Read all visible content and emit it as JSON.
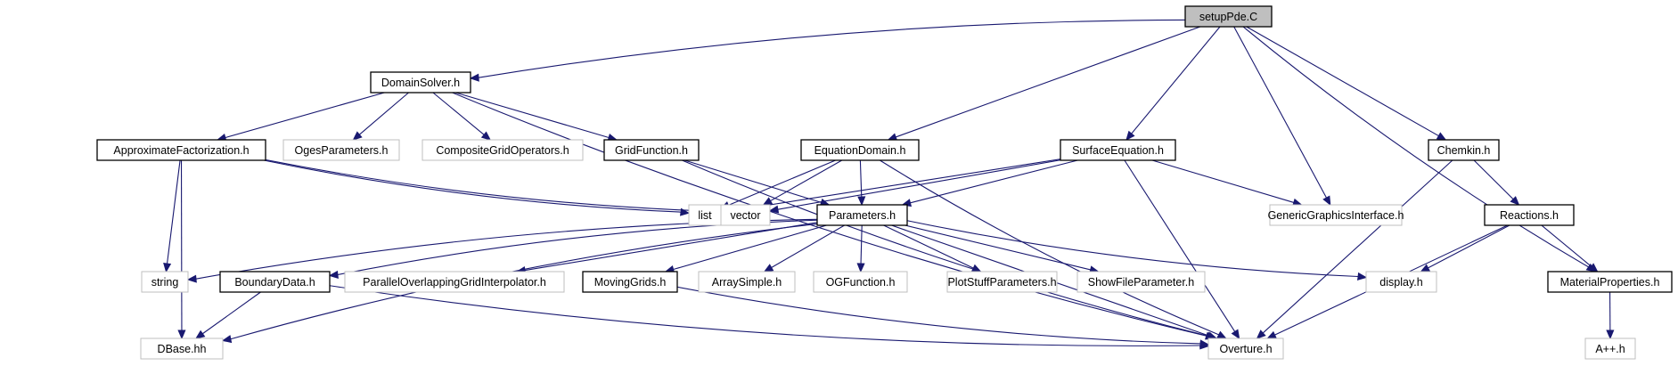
{
  "title": "setupPde.C",
  "colors": {
    "edge": "#191970",
    "root_fill": "#bfbfbf",
    "doc_border": "#000000",
    "ext_border": "#bfbfbf"
  },
  "nodes": [
    {
      "id": "setupPde",
      "label": "setupPde.C",
      "kind": "root"
    },
    {
      "id": "DomainSolver",
      "label": "DomainSolver.h",
      "kind": "doc"
    },
    {
      "id": "EquationDomain",
      "label": "EquationDomain.h",
      "kind": "doc"
    },
    {
      "id": "SurfaceEquation",
      "label": "SurfaceEquation.h",
      "kind": "doc"
    },
    {
      "id": "GenericGraphicsInterface",
      "label": "GenericGraphicsInterface.h",
      "kind": "ext"
    },
    {
      "id": "Chemkin",
      "label": "Chemkin.h",
      "kind": "doc"
    },
    {
      "id": "MaterialProperties",
      "label": "MaterialProperties.h",
      "kind": "doc"
    },
    {
      "id": "ApproximateFactorization",
      "label": "ApproximateFactorization.h",
      "kind": "doc"
    },
    {
      "id": "OgesParameters",
      "label": "OgesParameters.h",
      "kind": "ext"
    },
    {
      "id": "CompositeGridOperators",
      "label": "CompositeGridOperators.h",
      "kind": "ext"
    },
    {
      "id": "GridFunction",
      "label": "GridFunction.h",
      "kind": "doc"
    },
    {
      "id": "Overture",
      "label": "Overture.h",
      "kind": "ext"
    },
    {
      "id": "list",
      "label": "list",
      "kind": "ext"
    },
    {
      "id": "vector",
      "label": "vector",
      "kind": "ext"
    },
    {
      "id": "Parameters",
      "label": "Parameters.h",
      "kind": "doc"
    },
    {
      "id": "string",
      "label": "string",
      "kind": "ext"
    },
    {
      "id": "DBase",
      "label": "DBase.hh",
      "kind": "ext"
    },
    {
      "id": "BoundaryData",
      "label": "BoundaryData.h",
      "kind": "doc"
    },
    {
      "id": "ParallelOverlappingGridInterpolator",
      "label": "ParallelOverlappingGridInterpolator.h",
      "kind": "ext"
    },
    {
      "id": "MovingGrids",
      "label": "MovingGrids.h",
      "kind": "doc"
    },
    {
      "id": "ArraySimple",
      "label": "ArraySimple.h",
      "kind": "ext"
    },
    {
      "id": "OGFunction",
      "label": "OGFunction.h",
      "kind": "ext"
    },
    {
      "id": "PlotStuffParameters",
      "label": "PlotStuffParameters.h",
      "kind": "ext"
    },
    {
      "id": "ShowFileParameter",
      "label": "ShowFileParameter.h",
      "kind": "ext"
    },
    {
      "id": "display",
      "label": "display.h",
      "kind": "ext"
    },
    {
      "id": "Reactions",
      "label": "Reactions.h",
      "kind": "doc"
    },
    {
      "id": "App",
      "label": "A++.h",
      "kind": "ext"
    }
  ],
  "edges": [
    [
      "setupPde",
      "DomainSolver"
    ],
    [
      "setupPde",
      "EquationDomain"
    ],
    [
      "setupPde",
      "SurfaceEquation"
    ],
    [
      "setupPde",
      "GenericGraphicsInterface"
    ],
    [
      "setupPde",
      "Chemkin"
    ],
    [
      "setupPde",
      "MaterialProperties"
    ],
    [
      "DomainSolver",
      "ApproximateFactorization"
    ],
    [
      "DomainSolver",
      "OgesParameters"
    ],
    [
      "DomainSolver",
      "CompositeGridOperators"
    ],
    [
      "DomainSolver",
      "GridFunction"
    ],
    [
      "DomainSolver",
      "Overture"
    ],
    [
      "ApproximateFactorization",
      "list"
    ],
    [
      "ApproximateFactorization",
      "vector"
    ],
    [
      "ApproximateFactorization",
      "string"
    ],
    [
      "ApproximateFactorization",
      "DBase"
    ],
    [
      "GridFunction",
      "Parameters"
    ],
    [
      "GridFunction",
      "Overture"
    ],
    [
      "EquationDomain",
      "list"
    ],
    [
      "EquationDomain",
      "vector"
    ],
    [
      "EquationDomain",
      "Parameters"
    ],
    [
      "EquationDomain",
      "Overture"
    ],
    [
      "SurfaceEquation",
      "list"
    ],
    [
      "SurfaceEquation",
      "vector"
    ],
    [
      "SurfaceEquation",
      "Parameters"
    ],
    [
      "SurfaceEquation",
      "GenericGraphicsInterface"
    ],
    [
      "SurfaceEquation",
      "Overture"
    ],
    [
      "Parameters",
      "string"
    ],
    [
      "Parameters",
      "DBase"
    ],
    [
      "Parameters",
      "BoundaryData"
    ],
    [
      "Parameters",
      "ParallelOverlappingGridInterpolator"
    ],
    [
      "Parameters",
      "MovingGrids"
    ],
    [
      "Parameters",
      "ArraySimple"
    ],
    [
      "Parameters",
      "OGFunction"
    ],
    [
      "Parameters",
      "PlotStuffParameters"
    ],
    [
      "Parameters",
      "ShowFileParameter"
    ],
    [
      "Parameters",
      "display"
    ],
    [
      "Parameters",
      "Overture"
    ],
    [
      "BoundaryData",
      "DBase"
    ],
    [
      "BoundaryData",
      "Overture"
    ],
    [
      "MovingGrids",
      "Overture"
    ],
    [
      "Chemkin",
      "Reactions"
    ],
    [
      "Chemkin",
      "Overture"
    ],
    [
      "Reactions",
      "display"
    ],
    [
      "Reactions",
      "MaterialProperties"
    ],
    [
      "Reactions",
      "Overture"
    ],
    [
      "MaterialProperties",
      "App"
    ]
  ]
}
